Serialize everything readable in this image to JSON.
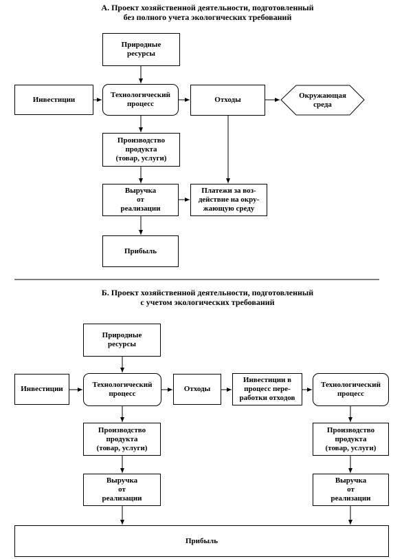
{
  "section_a": {
    "title_line1": "А. Проект хозяйственной деятельности, подготовленный",
    "title_line2": "без полного учета экологических требований",
    "natural_resources": "Природные\nресурсы",
    "investments": "Инвестиции",
    "tech_process": "Технологический\nпроцесс",
    "waste": "Отходы",
    "environment": "Окружающая\nсреда",
    "production": "Производство\nпродукта\n(товар, услуги)",
    "revenue": "Выручка\nот\nреализации",
    "payments": "Платежи за воз-\nдействие на окру-\nжающую среду",
    "profit": "Прибыль"
  },
  "section_b": {
    "title_line1": "Б. Проект хозяйственной деятельности, подготовленный",
    "title_line2": "с учетом экологических требований",
    "natural_resources": "Природные\nресурсы",
    "investments": "Инвестиции",
    "tech_process": "Технологический\nпроцесс",
    "waste": "Отходы",
    "waste_investments": "Инвестиции в\nпроцесс пере-\nработки отходов",
    "tech_process_2": "Технологический\nпроцесс",
    "production": "Производство\nпродукта\n(товар, услуги)",
    "production_2": "Производство\nпродукта\n(товар, услуги)",
    "revenue": "Выручка\nот\nреализации",
    "revenue_2": "Выручка\nот\nреализации",
    "profit": "Прибыль"
  }
}
